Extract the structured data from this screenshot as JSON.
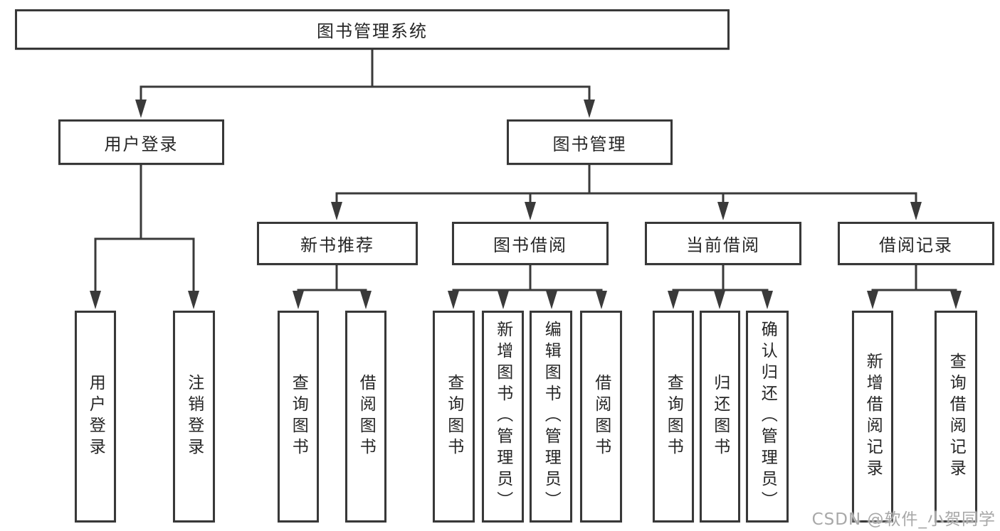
{
  "diagram": {
    "root": {
      "label": "图书管理系统"
    },
    "level2": {
      "user_login": {
        "label": "用户登录"
      },
      "book_mgmt": {
        "label": "图书管理"
      }
    },
    "level3": {
      "new_book": {
        "label": "新书推荐"
      },
      "book_borrow": {
        "label": "图书借阅"
      },
      "current_borrow": {
        "label": "当前借阅"
      },
      "borrow_record": {
        "label": "借阅记录"
      }
    },
    "leaves": {
      "user_login": {
        "label": "用户登录"
      },
      "logout": {
        "label": "注销登录"
      },
      "nb_query": {
        "label": "查询图书"
      },
      "nb_borrow": {
        "label": "借阅图书"
      },
      "bb_query": {
        "label": "查询图书"
      },
      "bb_add": {
        "label": "新增图书（管理员）"
      },
      "bb_edit": {
        "label": "编辑图书（管理员）"
      },
      "bb_borrow": {
        "label": "借阅图书"
      },
      "cb_query": {
        "label": "查询图书"
      },
      "cb_return": {
        "label": "归还图书"
      },
      "cb_confirm": {
        "label": "确认归还（管理员）"
      },
      "br_add": {
        "label": "新增借阅记录"
      },
      "br_query": {
        "label": "查询借阅记录"
      }
    },
    "watermark": "CSDN @软件_小贺同学",
    "colors": {
      "line": "#3a3a3a",
      "text": "#262626",
      "background": "#ffffff",
      "watermark": "#a8a8a8"
    }
  }
}
